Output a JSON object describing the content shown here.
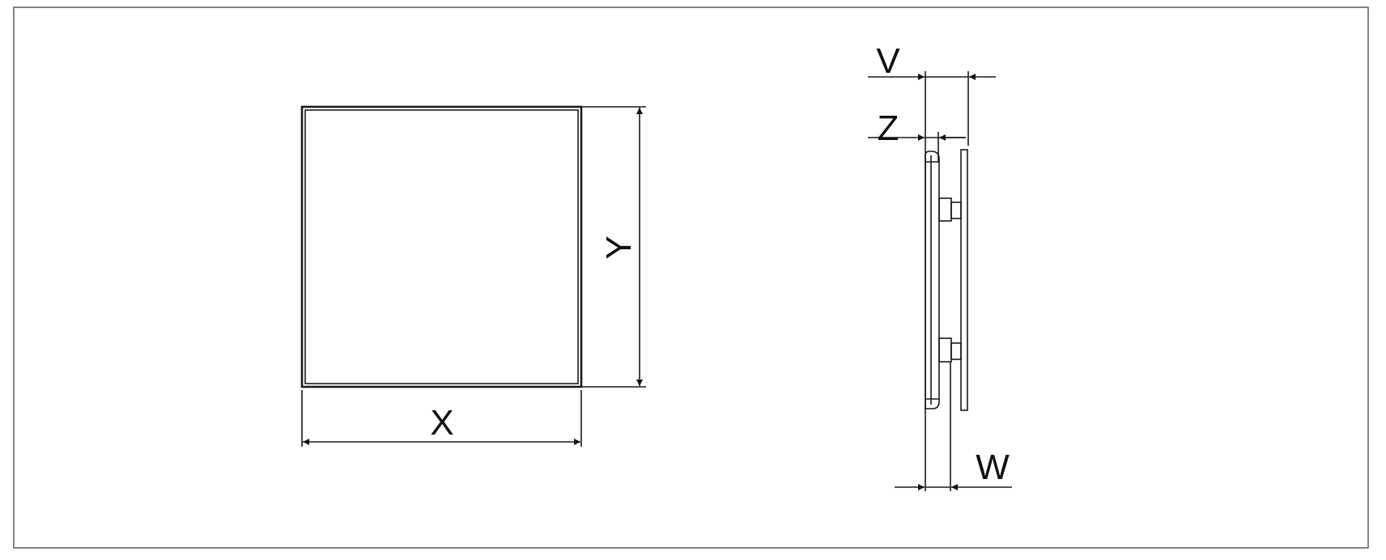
{
  "diagram": {
    "front_view": {
      "width_label": "X",
      "height_label": "Y"
    },
    "side_view": {
      "labels": {
        "v": "V",
        "z": "Z",
        "w": "W"
      }
    }
  },
  "colors": {
    "line": "#1a1a1a",
    "frame": "#333333",
    "background": "#ffffff"
  }
}
